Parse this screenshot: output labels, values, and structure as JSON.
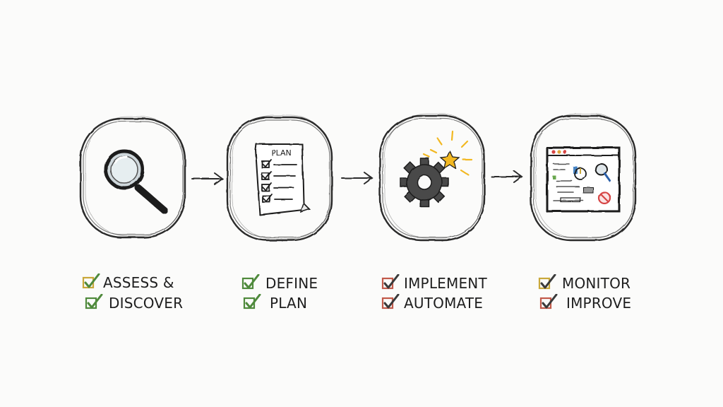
{
  "steps": [
    {
      "icon": "magnifying-glass-icon",
      "lines": [
        "ASSESS &",
        "DISCOVER"
      ],
      "check_colors": [
        "#c9a83a",
        "#4f8a3c"
      ]
    },
    {
      "icon": "plan-document-icon",
      "icon_text": "PLAN",
      "lines": [
        "DEFINE",
        "PLAN"
      ],
      "check_colors": [
        "#4f8a3c",
        "#4f8a3c"
      ]
    },
    {
      "icon": "gear-icon",
      "lines": [
        "IMPLEMENT",
        "AUTOMATE"
      ],
      "check_colors": [
        "#c25a4a",
        "#c25a4a"
      ],
      "accent": "#f2b822"
    },
    {
      "icon": "dashboard-window-icon",
      "lines": [
        "MONITOR",
        "IMPROVE"
      ],
      "check_colors": [
        "#c9a83a",
        "#c25a4a"
      ]
    }
  ],
  "colors": {
    "ink": "#222222",
    "check_green": "#4f8a3c",
    "check_yellow": "#c9a83a",
    "check_red": "#c25a4a",
    "star": "#f2b822"
  }
}
